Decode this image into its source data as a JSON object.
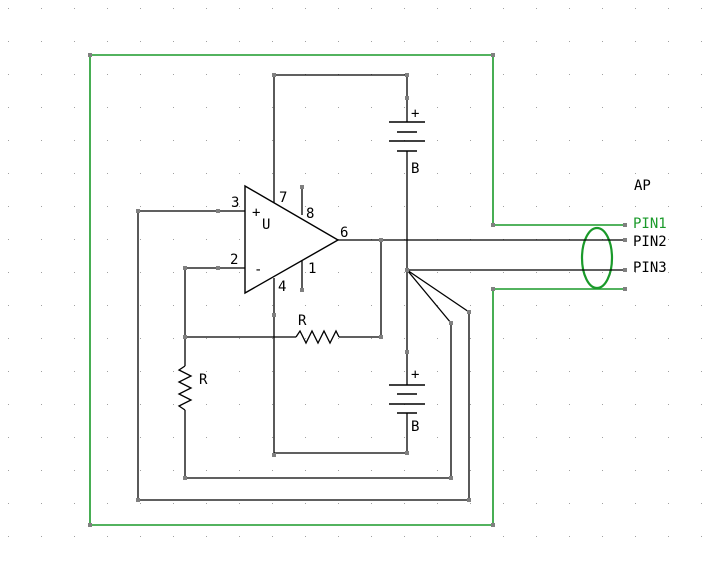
{
  "schematic": {
    "opamp": {
      "name": "U",
      "plus_sign": "+",
      "minus_sign": "-",
      "pins": {
        "p3": "3",
        "p2": "2",
        "p7": "7",
        "p8": "8",
        "p6": "6",
        "p1": "1",
        "p4": "4"
      }
    },
    "resistors": {
      "feedback": "R",
      "ground": "R"
    },
    "batteries": {
      "top": {
        "label": "B",
        "plus": "+"
      },
      "bottom": {
        "label": "B",
        "plus": "+"
      }
    },
    "connector": {
      "name": "AP",
      "pins": [
        "PIN1",
        "PIN2",
        "PIN3"
      ]
    },
    "colors": {
      "wire": "#000000",
      "shield": "#1a9a2a",
      "node": "#808080",
      "grid": "#a0a0a0"
    }
  }
}
